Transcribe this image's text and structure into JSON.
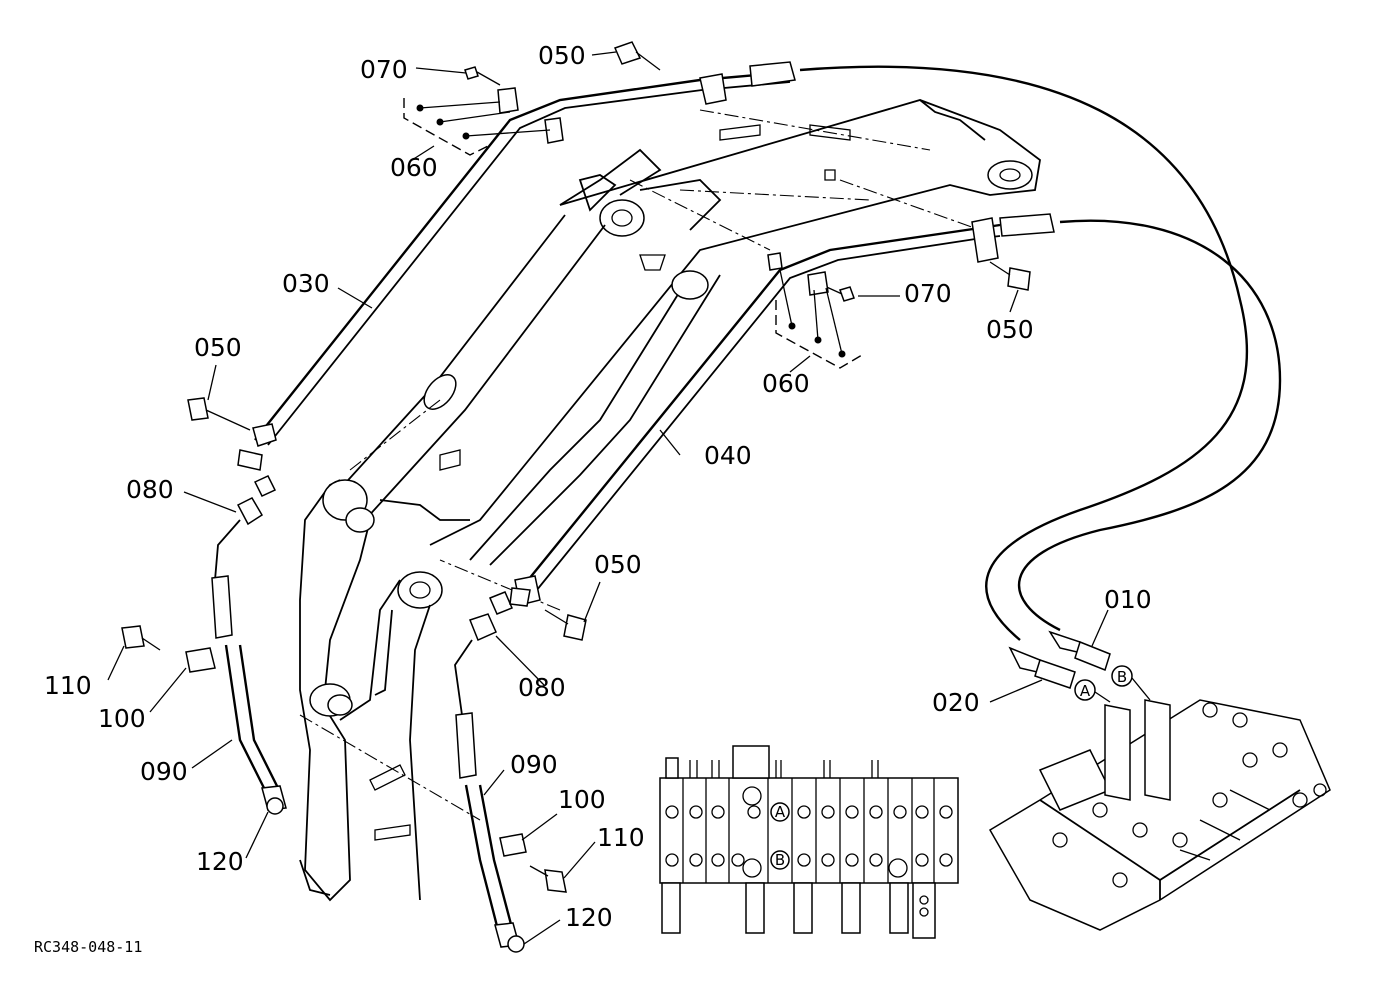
{
  "drawing_code": "RC348-048-11",
  "port_labels": {
    "a": "A",
    "b": "B"
  },
  "part_labels": {
    "p010": "010",
    "p020": "020",
    "p030": "030",
    "p040": "040",
    "p050": "050",
    "p060": "060",
    "p070": "070",
    "p080": "080",
    "p090": "090",
    "p100": "100",
    "p110": "110",
    "p120": "120"
  }
}
